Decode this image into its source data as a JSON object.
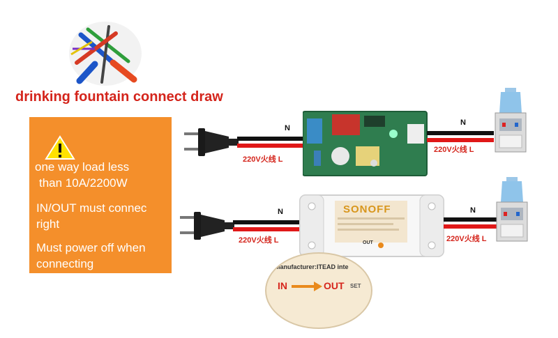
{
  "title": "drinking fountain connect draw",
  "warning": {
    "lines": [
      "one way load less",
      "than 10A/2200W",
      "IN/OUT must connec",
      "right",
      "Must power off when",
      "connecting"
    ]
  },
  "wiring": {
    "n_label": "N",
    "l_label": "220V火线  L"
  },
  "sonoff": {
    "brand": "SONOFF",
    "zoom_text": "Manufacturer:ITEAD inte",
    "in_label": "IN",
    "out_label": "OUT",
    "set_label": "SET",
    "small_out": "OUT"
  },
  "colors": {
    "title_red": "#d4241b",
    "panel_orange": "#f48f2b",
    "wire_red": "#e01818",
    "wire_black": "#111111",
    "pcb_green": "#2f7d4f"
  }
}
